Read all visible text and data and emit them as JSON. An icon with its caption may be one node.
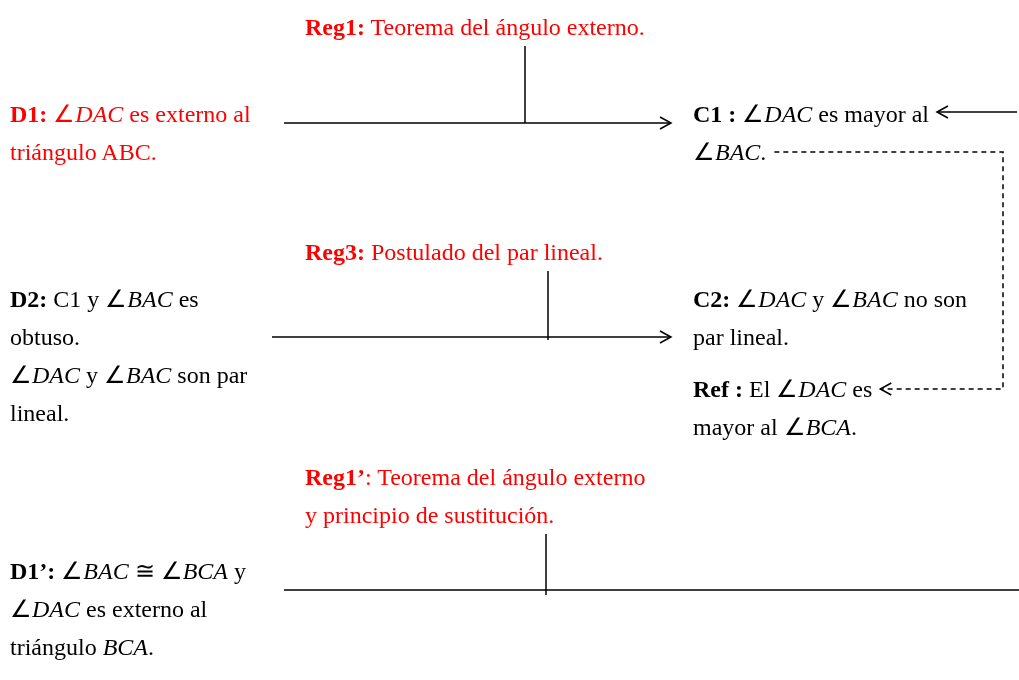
{
  "diagram": {
    "nodes": [
      {
        "text": [
          "**D1:** ∠*DAC* es externo al triángulo ABC."
        ]
      },
      {
        "text": [
          "**Reg1:** Teorema del ángulo externo."
        ]
      },
      {
        "text": [
          "**C1 :** ∠*DAC* es mayor al ∠*BAC*."
        ]
      },
      {
        "text": [
          "**Reg3:** Postulado del par lineal."
        ]
      },
      {
        "text": [
          "**D2:** C1 y ∠*BAC* es obtuso.",
          "∠*DAC* y ∠*BAC* son par lineal."
        ]
      },
      {
        "text": [
          "**C2:** ∠*DAC* y ∠*BAC* no son par lineal."
        ]
      },
      {
        "text": [
          "**Ref :** El ∠*DAC* es mayor al ∠*BCA*."
        ]
      },
      {
        "text": [
          "**Reg1’**: Teorema del ángulo externo y principio de sustitución."
        ]
      },
      {
        "text": [
          "**D1’:** ∠*BAC* ≅ ∠*BCA* y ∠*DAC* es externo al triángulo *BCA*."
        ]
      }
    ],
    "edges": [
      {
        "from": 0,
        "to": 2,
        "arrow": "to"
      },
      {
        "from": 1,
        "to": null,
        "arrow": "none"
      },
      {
        "from": null,
        "to": 2,
        "arrow": "to"
      },
      {
        "from": 2,
        "to": 6,
        "arrow": "to",
        "style": "dashed"
      },
      {
        "from": 4,
        "to": 5,
        "arrow": "to"
      },
      {
        "from": 3,
        "to": null,
        "arrow": "none"
      },
      {
        "from": 8,
        "to": null,
        "arrow": "none"
      },
      {
        "from": 7,
        "to": null,
        "arrow": "none"
      }
    ]
  }
}
